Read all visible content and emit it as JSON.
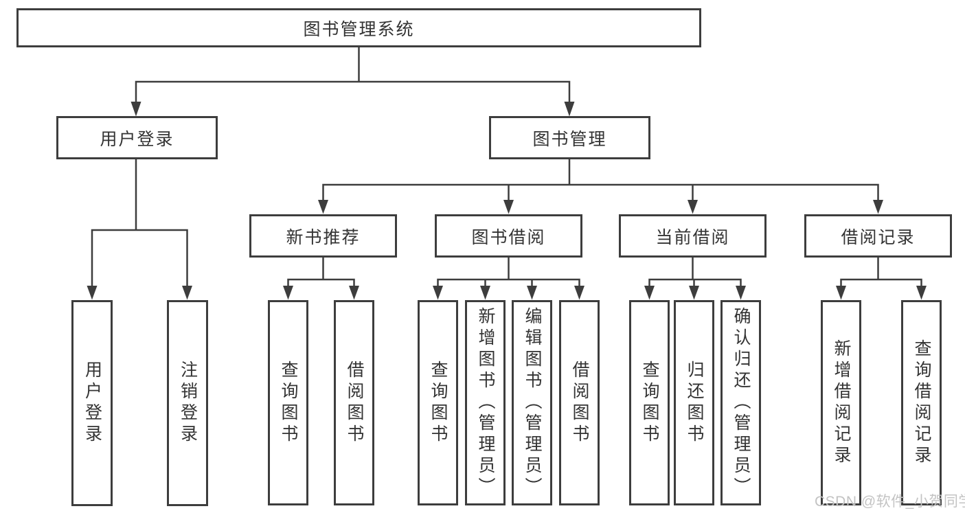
{
  "diagram": {
    "root": {
      "label": "图书管理系统"
    },
    "user_login": {
      "label": "用户登录",
      "children": [
        {
          "label": "用户登录"
        },
        {
          "label": "注销登录"
        }
      ]
    },
    "book_mgmt": {
      "label": "图书管理",
      "children": [
        {
          "label": "新书推荐",
          "children": [
            {
              "label": "查询图书"
            },
            {
              "label": "借阅图书"
            }
          ]
        },
        {
          "label": "图书借阅",
          "children": [
            {
              "label": "查询图书"
            },
            {
              "label": "新增图书（管理员）"
            },
            {
              "label": "编辑图书（管理员）"
            },
            {
              "label": "借阅图书"
            }
          ]
        },
        {
          "label": "当前借阅",
          "children": [
            {
              "label": "查询图书"
            },
            {
              "label": "归还图书"
            },
            {
              "label": "确认归还（管理员）"
            }
          ]
        },
        {
          "label": "借阅记录",
          "children": [
            {
              "label": "新增借阅记录"
            },
            {
              "label": "查询借阅记录"
            }
          ]
        }
      ]
    }
  },
  "watermark": "CSDN @软件_小贺同学",
  "colors": {
    "line": "#3d3d3d",
    "text": "#333333",
    "watermark": "#c3c3c3",
    "background": "#ffffff"
  }
}
